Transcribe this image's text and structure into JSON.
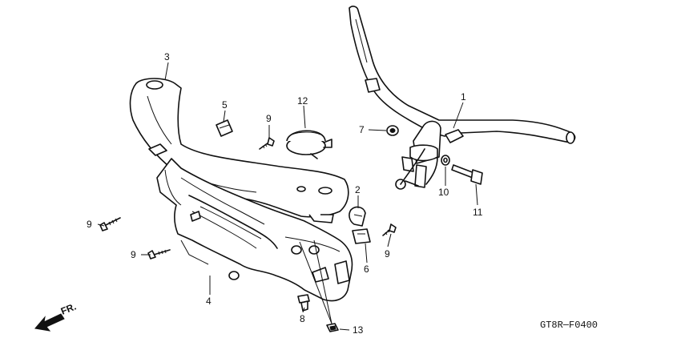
{
  "callouts": [
    "1",
    "2",
    "3",
    "4",
    "5",
    "6",
    "7",
    "8",
    "9",
    "9",
    "9",
    "9",
    "10",
    "11",
    "12",
    "13"
  ],
  "direction_label": "FR.",
  "diagram_code": "GT8R─F0400"
}
